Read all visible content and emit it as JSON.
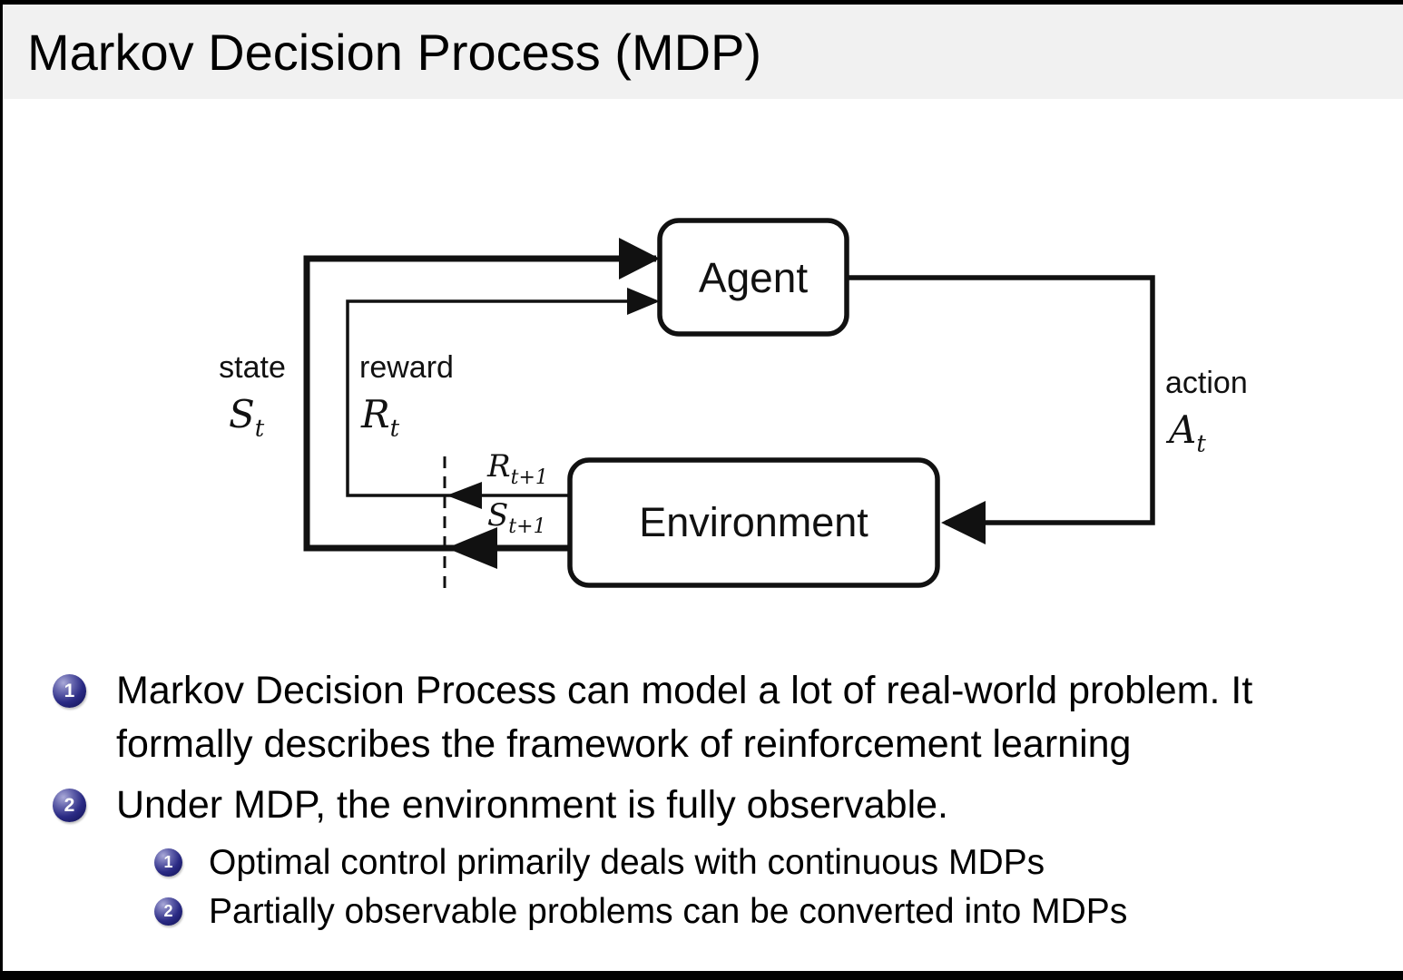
{
  "slide": {
    "title": "Markov Decision Process (MDP)"
  },
  "diagram": {
    "agent_label": "Agent",
    "environment_label": "Environment",
    "state_label": "state",
    "state_symbol": "S",
    "state_subscript": "t",
    "reward_label": "reward",
    "reward_symbol": "R",
    "reward_subscript": "t",
    "action_label": "action",
    "action_symbol": "A",
    "action_subscript": "t",
    "next_reward_symbol": "R",
    "next_reward_subscript": "t+1",
    "next_state_symbol": "S",
    "next_state_subscript": "t+1"
  },
  "bullets": [
    {
      "number": "1",
      "lines": [
        "Markov Decision Process can model a lot of real-world problem. It",
        "formally describes the framework of reinforcement learning"
      ]
    },
    {
      "number": "2",
      "lines": [
        "Under MDP, the environment is fully observable."
      ],
      "sub": [
        {
          "number": "1",
          "text": "Optimal control primarily deals with continuous MDPs"
        },
        {
          "number": "2",
          "text": "Partially observable problems can be converted into MDPs"
        }
      ]
    }
  ],
  "colors": {
    "title_band": "#f1f1f1",
    "diagram_stroke": "#111111",
    "bullet_ball": "#2a2a84",
    "text": "#000000",
    "border": "#000000"
  }
}
